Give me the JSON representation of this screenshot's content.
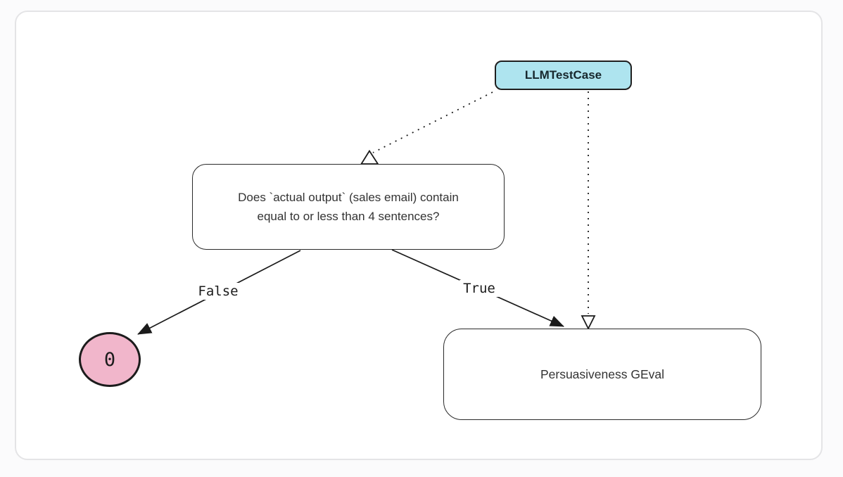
{
  "diagram": {
    "nodes": {
      "llm_test_case": {
        "label": "LLMTestCase",
        "fill": "#aee4ef"
      },
      "decision": {
        "line1": "Does `actual output` (sales email) contain",
        "line2": "equal to or less than 4 sentences?"
      },
      "persuasiveness_geval": {
        "label": "Persuasiveness GEval"
      },
      "zero_node": {
        "label": "0",
        "fill": "#f1b6cb"
      }
    },
    "edge_labels": {
      "false_label": "False",
      "true_label": "True"
    },
    "colors": {
      "stroke": "#1b1b1b",
      "node_cyan": "#aee4ef",
      "node_pink": "#f1b6cb",
      "card_border": "#e4e4e6"
    }
  }
}
